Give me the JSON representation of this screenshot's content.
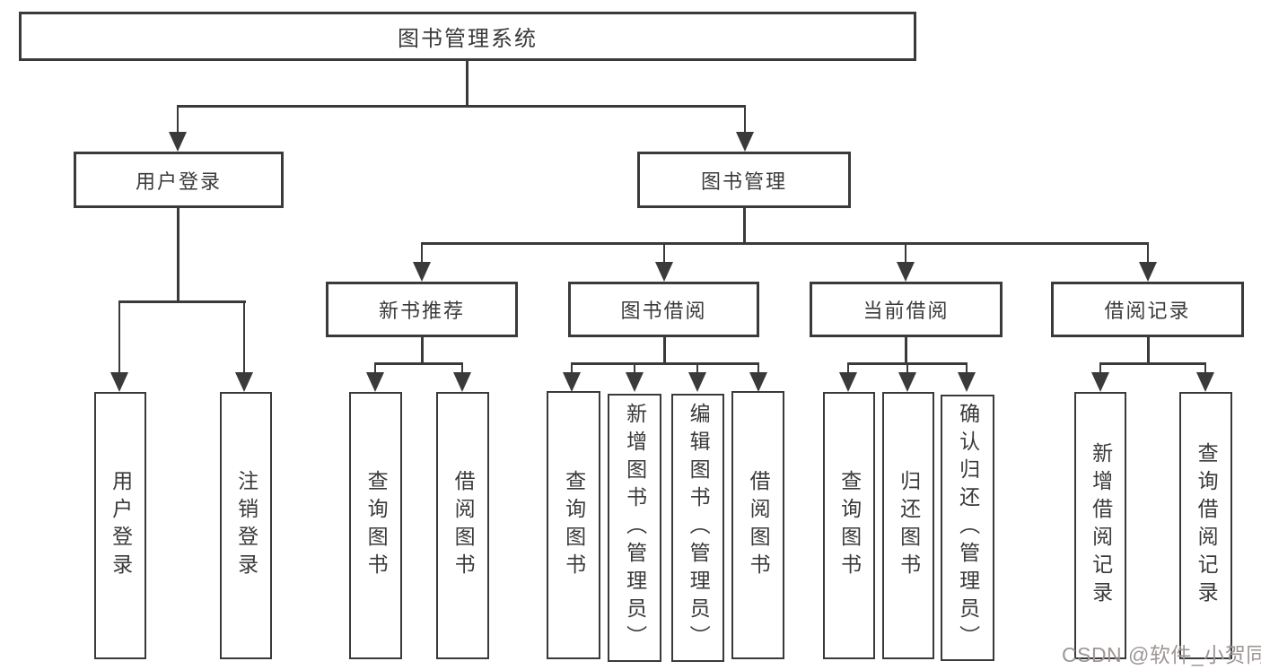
{
  "colors": {
    "line": "#3a3a3a",
    "text": "#3a3a3a",
    "background": "#ffffff",
    "watermark": "#9e9694"
  },
  "tree": {
    "root": {
      "label": "图书管理系统"
    },
    "branches": [
      {
        "label": "用户登录",
        "children": [
          {
            "label": "用户登录"
          },
          {
            "label": "注销登录"
          }
        ]
      },
      {
        "label": "图书管理",
        "children": [
          {
            "label": "新书推荐",
            "children": [
              {
                "label": "查询图书"
              },
              {
                "label": "借阅图书"
              }
            ]
          },
          {
            "label": "图书借阅",
            "children": [
              {
                "label": "查询图书"
              },
              {
                "label": "新增图书（管理员）"
              },
              {
                "label": "编辑图书（管理员）"
              },
              {
                "label": "借阅图书"
              }
            ]
          },
          {
            "label": "当前借阅",
            "children": [
              {
                "label": "查询图书"
              },
              {
                "label": "归还图书"
              },
              {
                "label": "确认归还（管理员）"
              }
            ]
          },
          {
            "label": "借阅记录",
            "children": [
              {
                "label": "新增借阅记录"
              },
              {
                "label": "查询借阅记录"
              }
            ]
          }
        ]
      }
    ]
  },
  "watermark": {
    "text": "CSDN @软件_小贺同学"
  }
}
